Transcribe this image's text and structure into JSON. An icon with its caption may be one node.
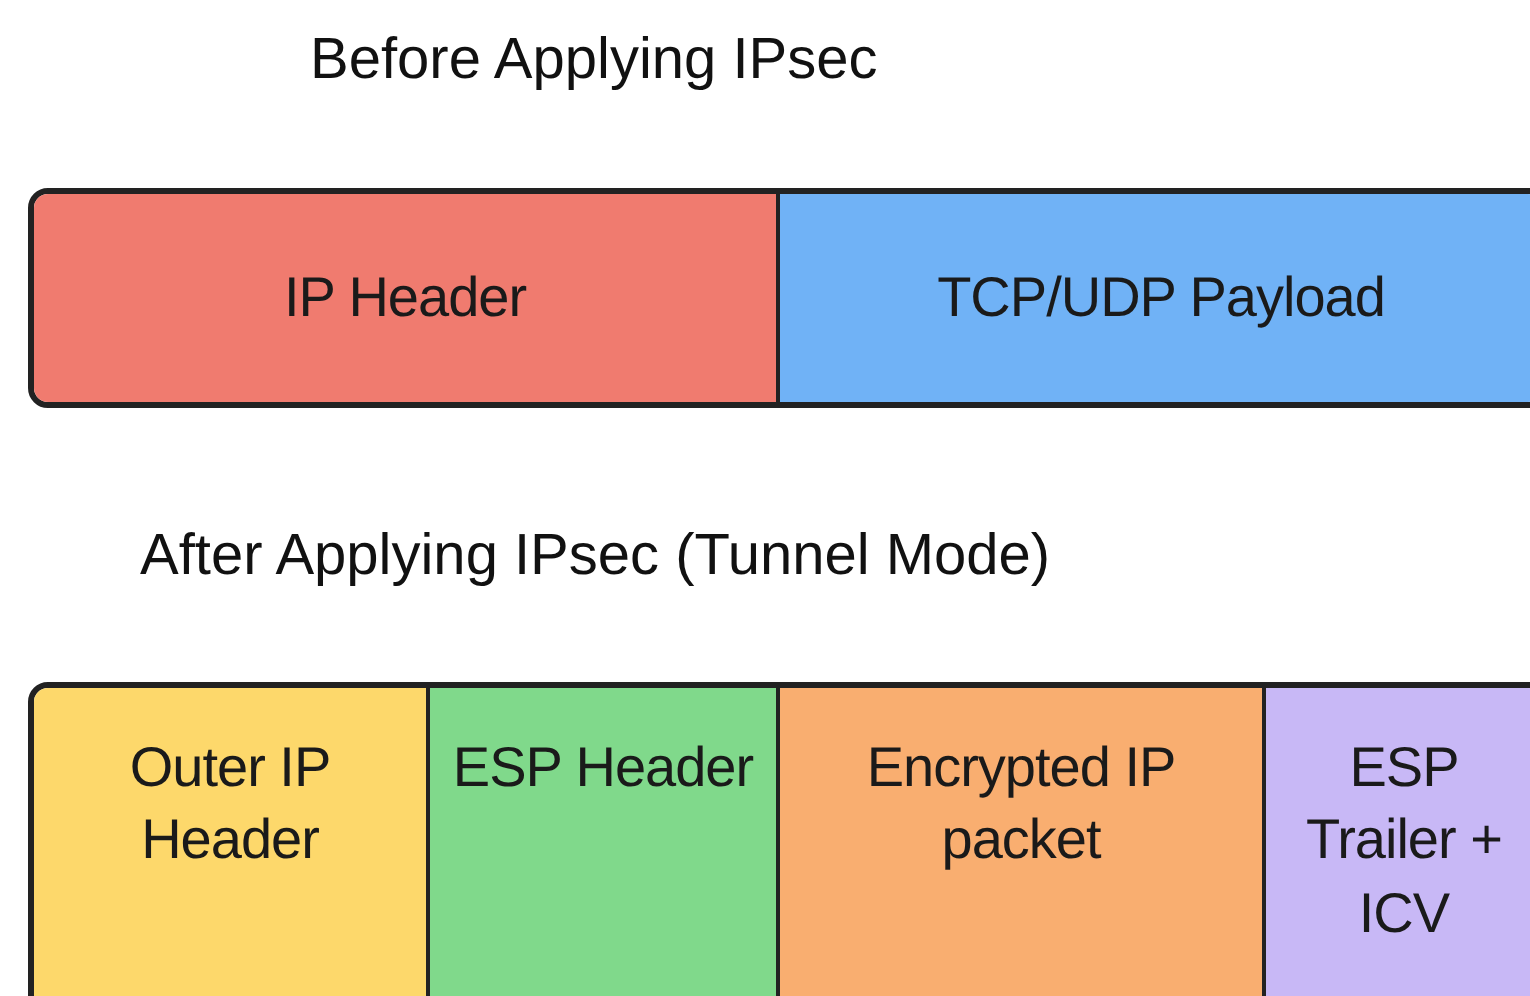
{
  "diagram": {
    "nodes": [
      {
        "text": [],
        "shape": "box"
      },
      {
        "text": [
          "IP Header"
        ],
        "in": 0
      },
      {
        "text": [
          "TCP/UDP Payload"
        ],
        "in": 0
      },
      {
        "text": [],
        "shape": "box"
      },
      {
        "text": [
          "Outer IP Header"
        ],
        "in": 3
      },
      {
        "text": [
          "ESP Header"
        ],
        "in": 3
      },
      {
        "text": [
          "Encrypted IP packet"
        ],
        "in": 3
      },
      {
        "text": [
          "ESP Trailer + ICV"
        ],
        "in": 3
      }
    ],
    "labels": [
      "Before Applying IPsec",
      "After Applying IPsec (Tunnel Mode)"
    ]
  }
}
